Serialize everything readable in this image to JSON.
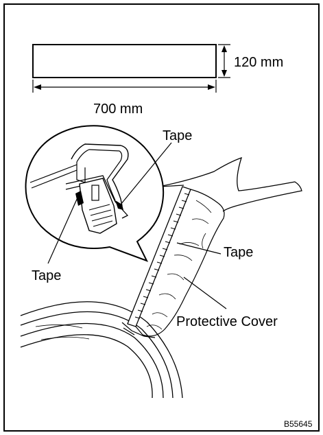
{
  "diagram": {
    "dimensions": {
      "height_label": "120 mm",
      "width_label": "700 mm"
    },
    "callouts": {
      "tape_top": "Tape",
      "tape_left": "Tape",
      "tape_right": "Tape",
      "protective_cover": "Protective Cover"
    },
    "figure_code": "B55645"
  }
}
